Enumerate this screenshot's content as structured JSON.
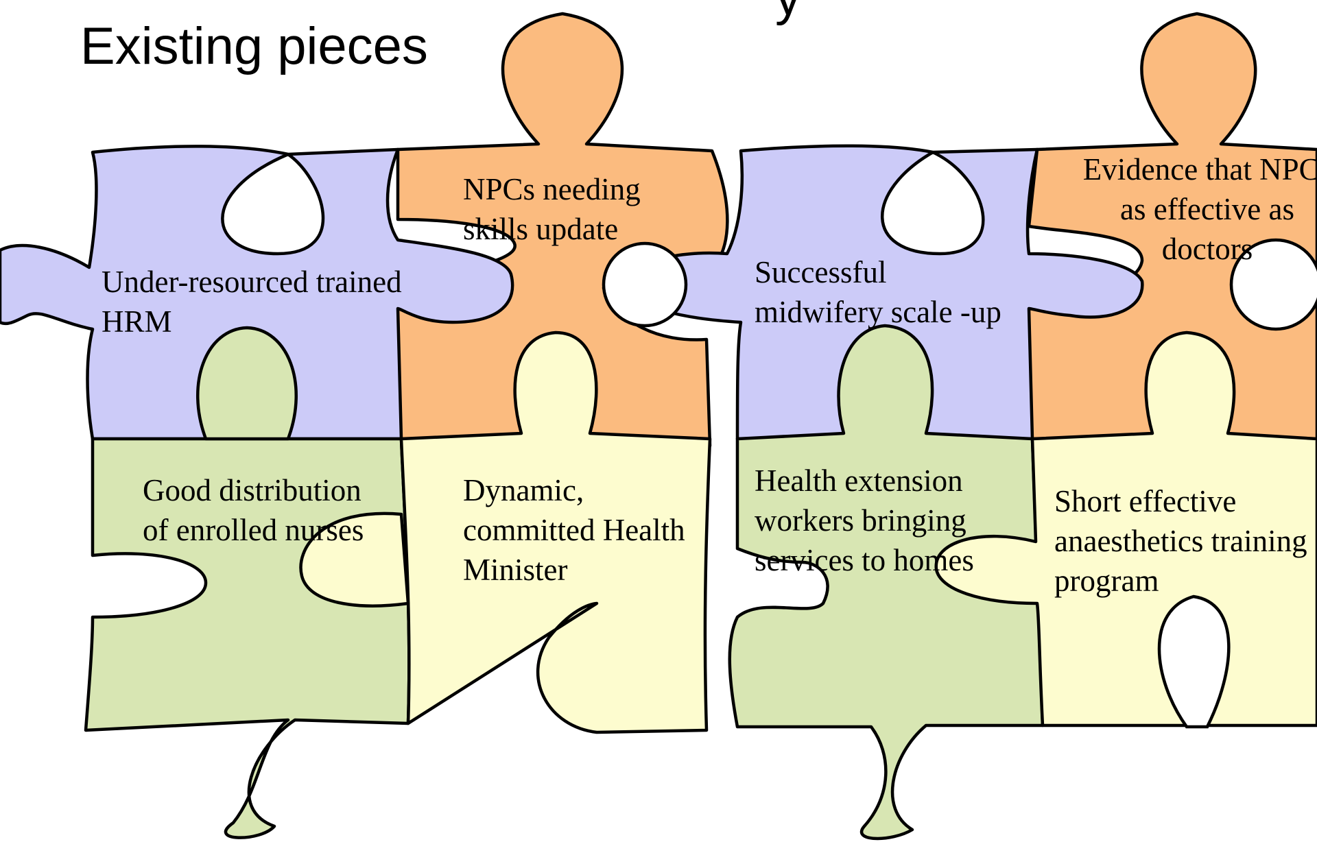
{
  "slide": {
    "title": "Existing pieces",
    "top_fragment": "y"
  },
  "colors": {
    "purple": "#cccbf8",
    "orange": "#fbbb7f",
    "green": "#d8e6b3",
    "yellow": "#fdfccf"
  },
  "pieces": [
    {
      "id": "under-resourced",
      "color": "purple",
      "lines": [
        "Under-resourced trained",
        "HRM"
      ]
    },
    {
      "id": "npcs-needing",
      "color": "orange",
      "lines": [
        "NPCs needing",
        "skills update"
      ]
    },
    {
      "id": "midwifery",
      "color": "purple",
      "lines": [
        "Successful",
        "midwifery scale -up"
      ]
    },
    {
      "id": "evidence",
      "color": "orange",
      "lines": [
        "Evidence that NPCs",
        "as effective as",
        "doctors"
      ]
    },
    {
      "id": "good-distribution",
      "color": "green",
      "lines": [
        "Good distribution",
        "of enrolled nurses"
      ]
    },
    {
      "id": "health-minister",
      "color": "yellow",
      "lines": [
        "Dynamic,",
        "committed Health",
        "Minister"
      ]
    },
    {
      "id": "health-extension",
      "color": "green",
      "lines": [
        "Health extension",
        "workers bringing",
        "services to homes"
      ]
    },
    {
      "id": "anaesthetics",
      "color": "yellow",
      "lines": [
        "Short effective",
        "anaesthetics training",
        "program"
      ]
    }
  ]
}
